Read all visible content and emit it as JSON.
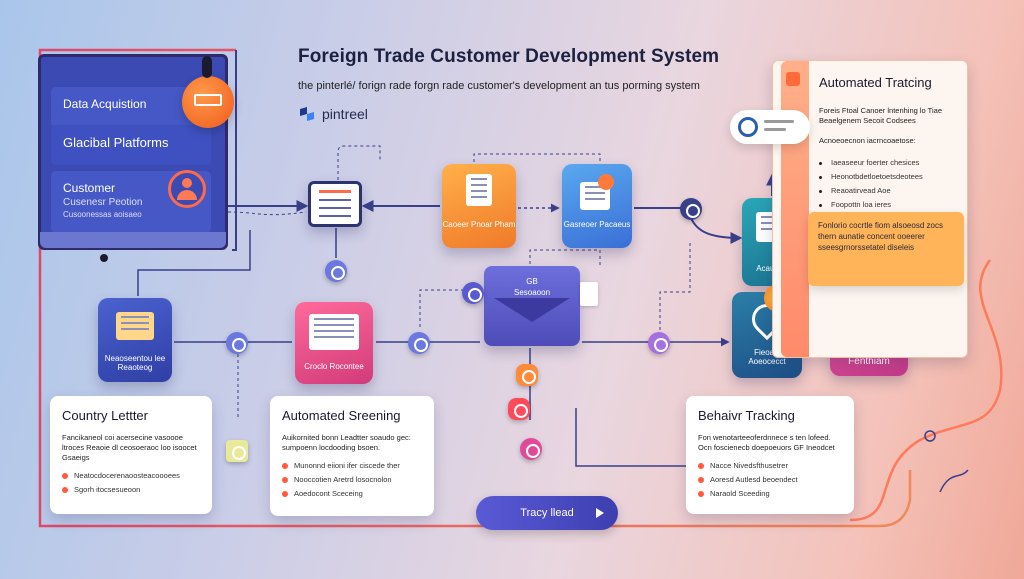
{
  "header": {
    "title": "Foreign Trade Customer Development System",
    "subtitle": "the pinterlé/ forign rade forgn rade customer's development an tus porming system",
    "brand": "pintreel"
  },
  "monitor": {
    "data_acquisition": "Data Acquistion",
    "global_platforms": "Glacibal Platforms",
    "customer": "Customer",
    "customer_sub": "Cusenesr Peotion",
    "customer_small": "Cusoonessas aoisaeo"
  },
  "tiles": {
    "orange_label": "Caoeer Pnoar Pham",
    "blue_label": "Gasreoer Pacaeus",
    "envelope_top": "GB",
    "envelope_sub": "Sesoaoon",
    "navy_label": "Neaoseentou lee Reaoteog",
    "magenta_label": "Croclo Rocontee",
    "teal_label": "Acaunees",
    "teal2_label": "Fieoais Aoeocecct",
    "pink_label": "Fenthiam"
  },
  "cards": {
    "country": {
      "title": "Country Lettter",
      "body": "Fancikaneol coi acersecine vasoooe ltroces Reaoie dl ceosoeraoc loo isoocet Gsaeigs",
      "items": [
        "Neatocdocerenaoosteacoooees",
        "Sgorh itocsesueoon"
      ]
    },
    "screening": {
      "title": "Automated Sreening",
      "body": "Auikornited bonn Leadtter soaudo gec: sumpoenn locdooding bsoen.",
      "items": [
        "Munonnd eiioni ifer ciscede ther",
        "Nooccotien Aretrd losocnolon",
        "Aoedocont Sceceing"
      ]
    },
    "behavior": {
      "title": "Behaivr Tracking",
      "body": "Fon wenotarteeoferdnnece s ten lofeed. Ocn foscienecb doepoeuors GF Ineodcet",
      "items": [
        "Nacce Nivedsfthusetrer",
        "Aoresd Autlesd beoendect",
        "Naraold Sceeding"
      ]
    },
    "tracing": {
      "title": "Automated Tratcing",
      "body": "Foreis Ftoal Canoer lntenhing lo Tiae Beaelgenem Secoit Codsees",
      "sub": "Acnoeoecnon iacrncoaetose:",
      "items": [
        "Iaeaseeur foerter chesices",
        "Heonotbdetloetoetsdeotees",
        "Reaoatirvead Aoe",
        "Foopottn loa ieres"
      ]
    }
  },
  "orange_note": "Fonlorio cocrtle fiom alsoeosd zocs thern aunatie concent ooeerer sseesgrnorssetatel diseleis",
  "track_lead": "Tracy llead",
  "colors": {
    "accent_orange": "#f07a2a",
    "accent_navy": "#3c4ab3",
    "accent_magenta": "#d23b7a",
    "wire": "#3a3f8a",
    "border_red": "#e0486a"
  }
}
